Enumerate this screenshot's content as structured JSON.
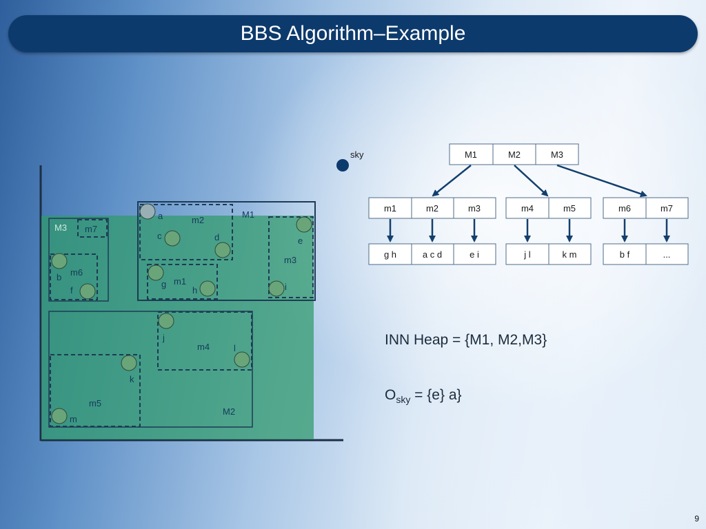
{
  "slide": {
    "title": "BBS Algorithm–Example",
    "page_number": "9"
  },
  "skyline_marker_label": "sky",
  "points": {
    "a": "a",
    "b": "b",
    "c": "c",
    "d": "d",
    "e": "e",
    "f": "f",
    "g": "g",
    "h": "h",
    "i": "i",
    "j": "j",
    "k": "k",
    "l": "l",
    "m": "m"
  },
  "mbrs": {
    "M1": "M1",
    "M2": "M2",
    "M3": "M3",
    "m1": "m1",
    "m2": "m2",
    "m3": "m3",
    "m4": "m4",
    "m5": "m5",
    "m6": "m6",
    "m7": "m7"
  },
  "rtree": {
    "root": [
      "M1",
      "M2",
      "M3"
    ],
    "level2": [
      "m1",
      "m2",
      "m3",
      "m4",
      "m5",
      "m6",
      "m7"
    ],
    "leaves": [
      "g h",
      "a c d",
      "e i",
      "j l",
      "k m",
      "b f",
      "..."
    ]
  },
  "heap": {
    "label": "INN Heap = {",
    "value": "M1, M2,M3",
    "close": "}"
  },
  "osky": {
    "prefix": "O",
    "sub": "sky",
    "value": " = {e} a}"
  }
}
